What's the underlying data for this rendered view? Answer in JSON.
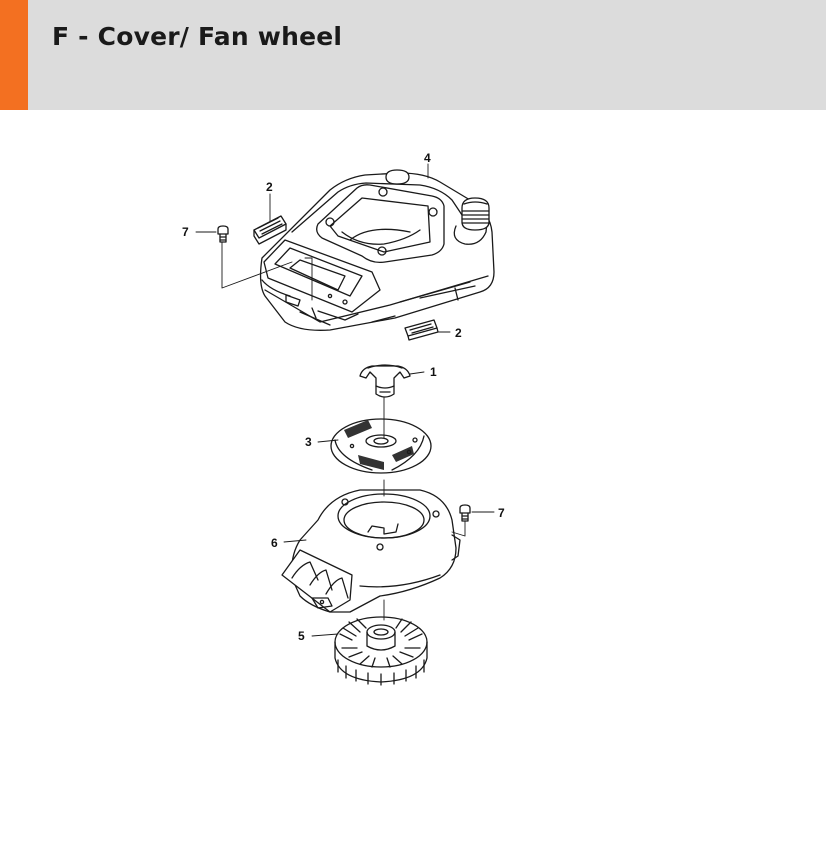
{
  "header": {
    "title": "F - Cover/ Fan wheel",
    "accent_color": "#f37021",
    "background_color": "#dcdcdc"
  },
  "diagram": {
    "callouts": [
      {
        "id": "label-1",
        "text": "1"
      },
      {
        "id": "label-2a",
        "text": "2"
      },
      {
        "id": "label-2b",
        "text": "2"
      },
      {
        "id": "label-3",
        "text": "3"
      },
      {
        "id": "label-4",
        "text": "4"
      },
      {
        "id": "label-5",
        "text": "5"
      },
      {
        "id": "label-6",
        "text": "6"
      },
      {
        "id": "label-7a",
        "text": "7"
      },
      {
        "id": "label-7b",
        "text": "7"
      }
    ]
  }
}
